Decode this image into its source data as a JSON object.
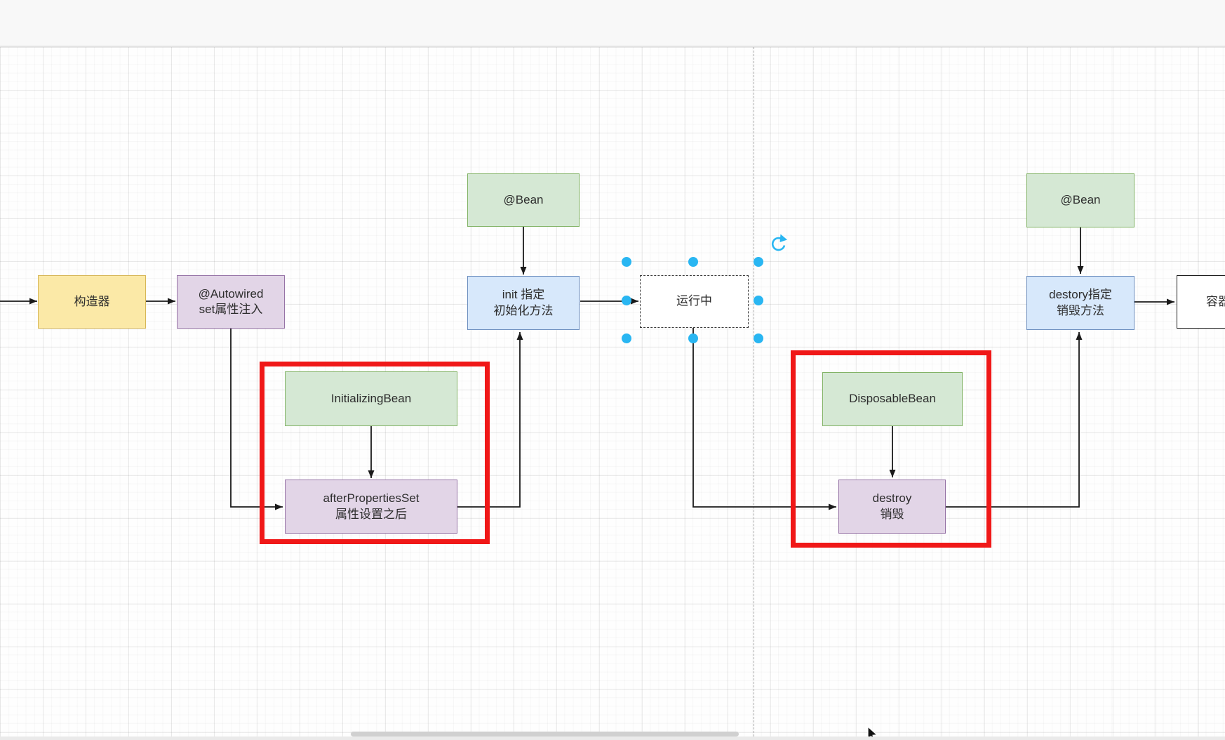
{
  "app": {
    "kind": "diagram-editor-canvas",
    "topbar_text": "",
    "grid": "on",
    "page_divider_dashed": true,
    "horizontal_scrollbar": true,
    "cursor_visible": true
  },
  "palette": {
    "node_yellow_fill": "#fbe9a7",
    "node_yellow_border": "#d6b656",
    "node_green_fill": "#d5e8d4",
    "node_green_border": "#82b366",
    "node_purple_fill": "#e2d5e7",
    "node_purple_border": "#9673a6",
    "node_blue_fill": "#d7e8fb",
    "node_blue_border": "#6c8ebf",
    "node_plain_fill": "#ffffff",
    "node_plain_border": "#1a1a1a",
    "edge_color": "#1a1a1a",
    "red_highlight": "#f01818",
    "selection_handle_blue": "#29b6f2"
  },
  "nodes": [
    {
      "id": "constructor",
      "color": "yellow",
      "lines": [
        "构造器"
      ]
    },
    {
      "id": "autowired-set-inject",
      "color": "purple",
      "lines": [
        "@Autowired",
        "set属性注入"
      ]
    },
    {
      "id": "bean-init",
      "color": "green",
      "lines": [
        "@Bean"
      ]
    },
    {
      "id": "init-method",
      "color": "blue",
      "lines": [
        "init 指定",
        "初始化方法"
      ]
    },
    {
      "id": "running",
      "color": "plain",
      "lines": [
        "运行中"
      ],
      "selected": true
    },
    {
      "id": "initializing-bean",
      "color": "green",
      "lines": [
        "InitializingBean"
      ]
    },
    {
      "id": "after-properties-set",
      "color": "purple",
      "lines": [
        "afterPropertiesSet",
        "属性设置之后"
      ]
    },
    {
      "id": "disposable-bean",
      "color": "green",
      "lines": [
        "DisposableBean"
      ]
    },
    {
      "id": "destroy",
      "color": "purple",
      "lines": [
        "destroy",
        "销毁"
      ]
    },
    {
      "id": "bean-destroy",
      "color": "green",
      "lines": [
        "@Bean"
      ]
    },
    {
      "id": "destory-method",
      "color": "blue",
      "lines": [
        "destory指定",
        "销毁方法"
      ]
    },
    {
      "id": "container",
      "color": "plain",
      "lines": [
        "容器"
      ],
      "clipped_right": true
    }
  ],
  "edges": [
    {
      "from": "off-screen-left",
      "to": "构造器"
    },
    {
      "from": "构造器",
      "to": "@Autowired set属性注入"
    },
    {
      "from": "@Autowired set属性注入",
      "to": "afterPropertiesSet 属性设置之后"
    },
    {
      "from": "@Bean",
      "to": "init 指定初始化方法"
    },
    {
      "from": "InitializingBean",
      "to": "afterPropertiesSet 属性设置之后"
    },
    {
      "from": "afterPropertiesSet 属性设置之后",
      "to": "init 指定初始化方法"
    },
    {
      "from": "init 指定初始化方法",
      "to": "运行中"
    },
    {
      "from": "运行中",
      "to": "destroy 销毁"
    },
    {
      "from": "DisposableBean",
      "to": "destroy 销毁"
    },
    {
      "from": "destroy 销毁",
      "to": "destory指定 销毁方法"
    },
    {
      "from": "@Bean",
      "to": "destory指定 销毁方法"
    },
    {
      "from": "destory指定 销毁方法",
      "to": "容器"
    }
  ],
  "highlights": [
    {
      "id": "red-rect-init",
      "around": [
        "InitializingBean",
        "afterPropertiesSet 属性设置之后"
      ]
    },
    {
      "id": "red-rect-destroy",
      "around": [
        "DisposableBean",
        "destroy 销毁"
      ]
    }
  ],
  "selection": {
    "selected_node": "运行中",
    "handle_count": 8,
    "rotate_handle": true,
    "edge_endpoint_dot": true,
    "handle_color": "#29b6f2"
  }
}
